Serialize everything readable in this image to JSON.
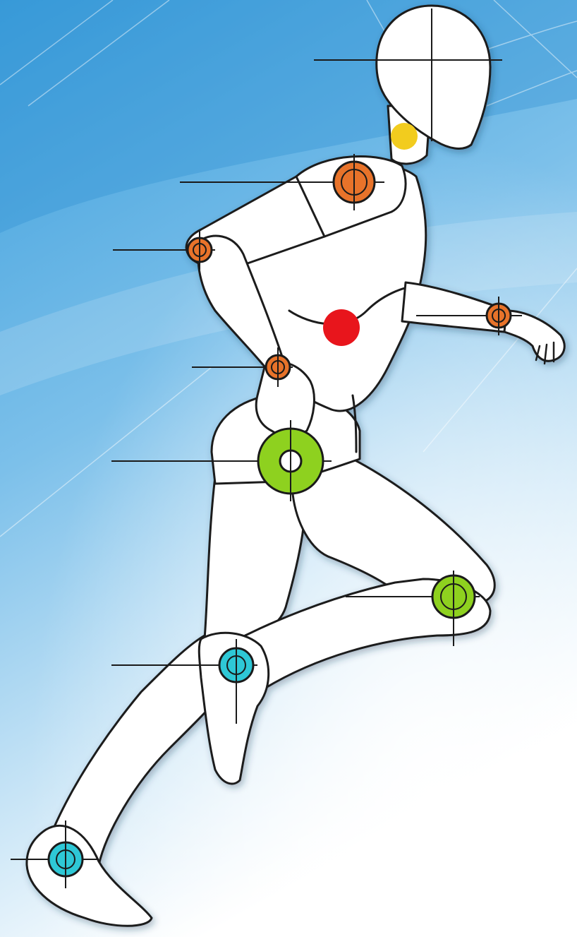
{
  "colors": {
    "background_top": "#4aa6de",
    "background_bottom": "#ffffff",
    "body_fill": "#ffffff",
    "outline": "#1a1a1a",
    "neck_joint": "#f2cc1e",
    "upper_limb_joints": "#e8732a",
    "torso_center": "#e8151c",
    "hip_knee_joints": "#8ed11f",
    "ankle_joints": "#2ec8d6"
  },
  "markers": [
    {
      "id": "neck",
      "style": "dot",
      "color_key": "neck_joint"
    },
    {
      "id": "shoulder",
      "style": "crosshair",
      "color_key": "upper_limb_joints"
    },
    {
      "id": "elbow-left",
      "style": "crosshair",
      "color_key": "upper_limb_joints"
    },
    {
      "id": "wrist-left",
      "style": "crosshair",
      "color_key": "upper_limb_joints"
    },
    {
      "id": "wrist-right",
      "style": "crosshair",
      "color_key": "upper_limb_joints"
    },
    {
      "id": "torso-center",
      "style": "dot",
      "color_key": "torso_center"
    },
    {
      "id": "hip",
      "style": "ring",
      "color_key": "hip_knee_joints"
    },
    {
      "id": "knee-front",
      "style": "crosshair",
      "color_key": "hip_knee_joints"
    },
    {
      "id": "ankle-back",
      "style": "crosshair",
      "color_key": "ankle_joints"
    },
    {
      "id": "ankle-front",
      "style": "crosshair",
      "color_key": "ankle_joints"
    }
  ]
}
